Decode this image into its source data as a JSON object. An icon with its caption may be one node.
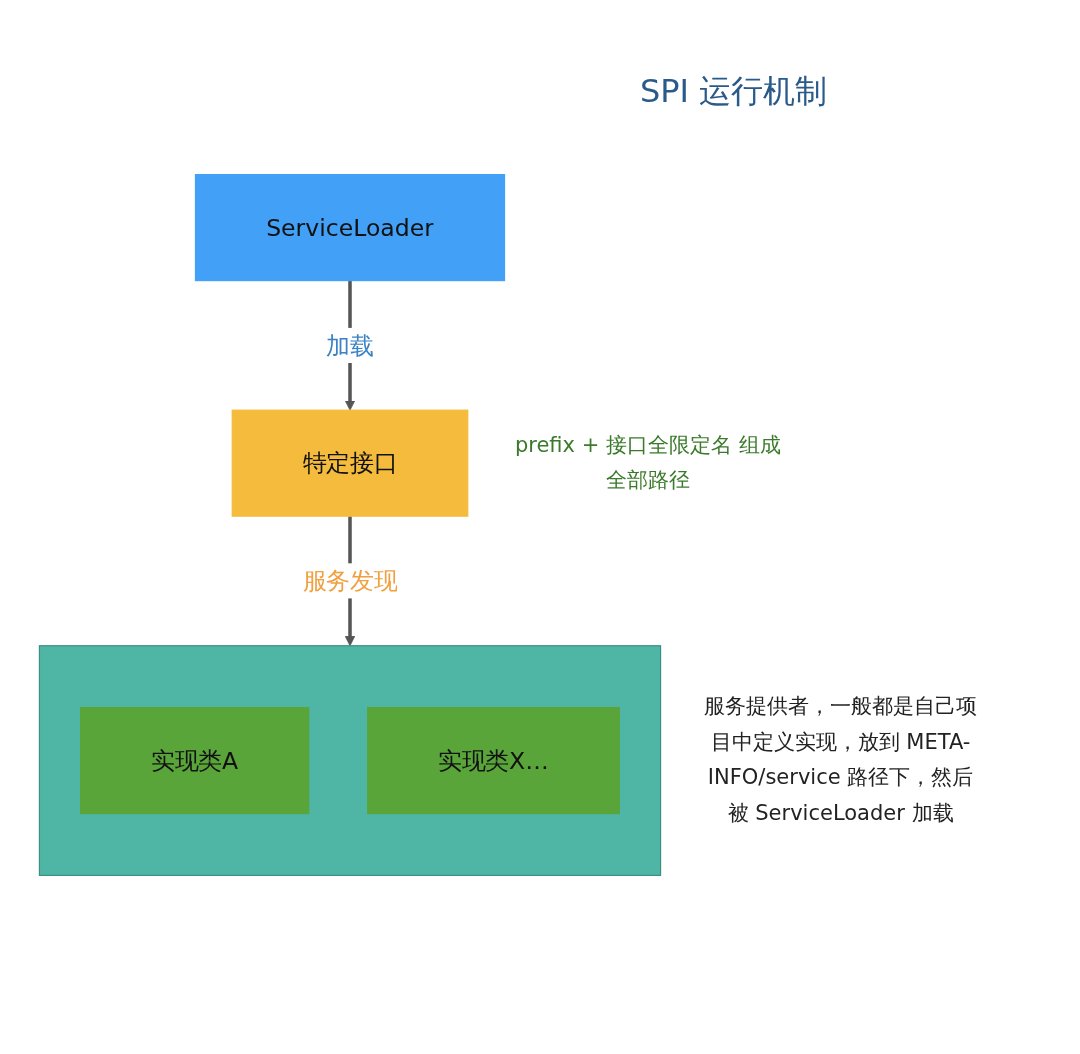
{
  "diagram": {
    "title": "SPI 运行机制",
    "nodes": [
      {
        "text": [
          "ServiceLoader"
        ]
      },
      {
        "text": [
          "特定接口"
        ],
        "beside": [
          "prefix + 接口全限定名 组成全部路径"
        ]
      },
      {
        "text": [],
        "shape": "box",
        "beside": [
          "服务提供者，一般都是自己项目中定义实现，放到 META-INFO/service 路径下，然后被 ServiceLoader 加载"
        ]
      },
      {
        "text": [
          "实现类A"
        ],
        "in": 2
      },
      {
        "text": [
          "实现类X…"
        ],
        "in": 2
      }
    ],
    "edges": [
      {
        "from": 0,
        "to": 1,
        "arrow": "to",
        "label": "加载"
      },
      {
        "from": 1,
        "to": 2,
        "arrow": "to",
        "label": "服务发现"
      }
    ]
  }
}
